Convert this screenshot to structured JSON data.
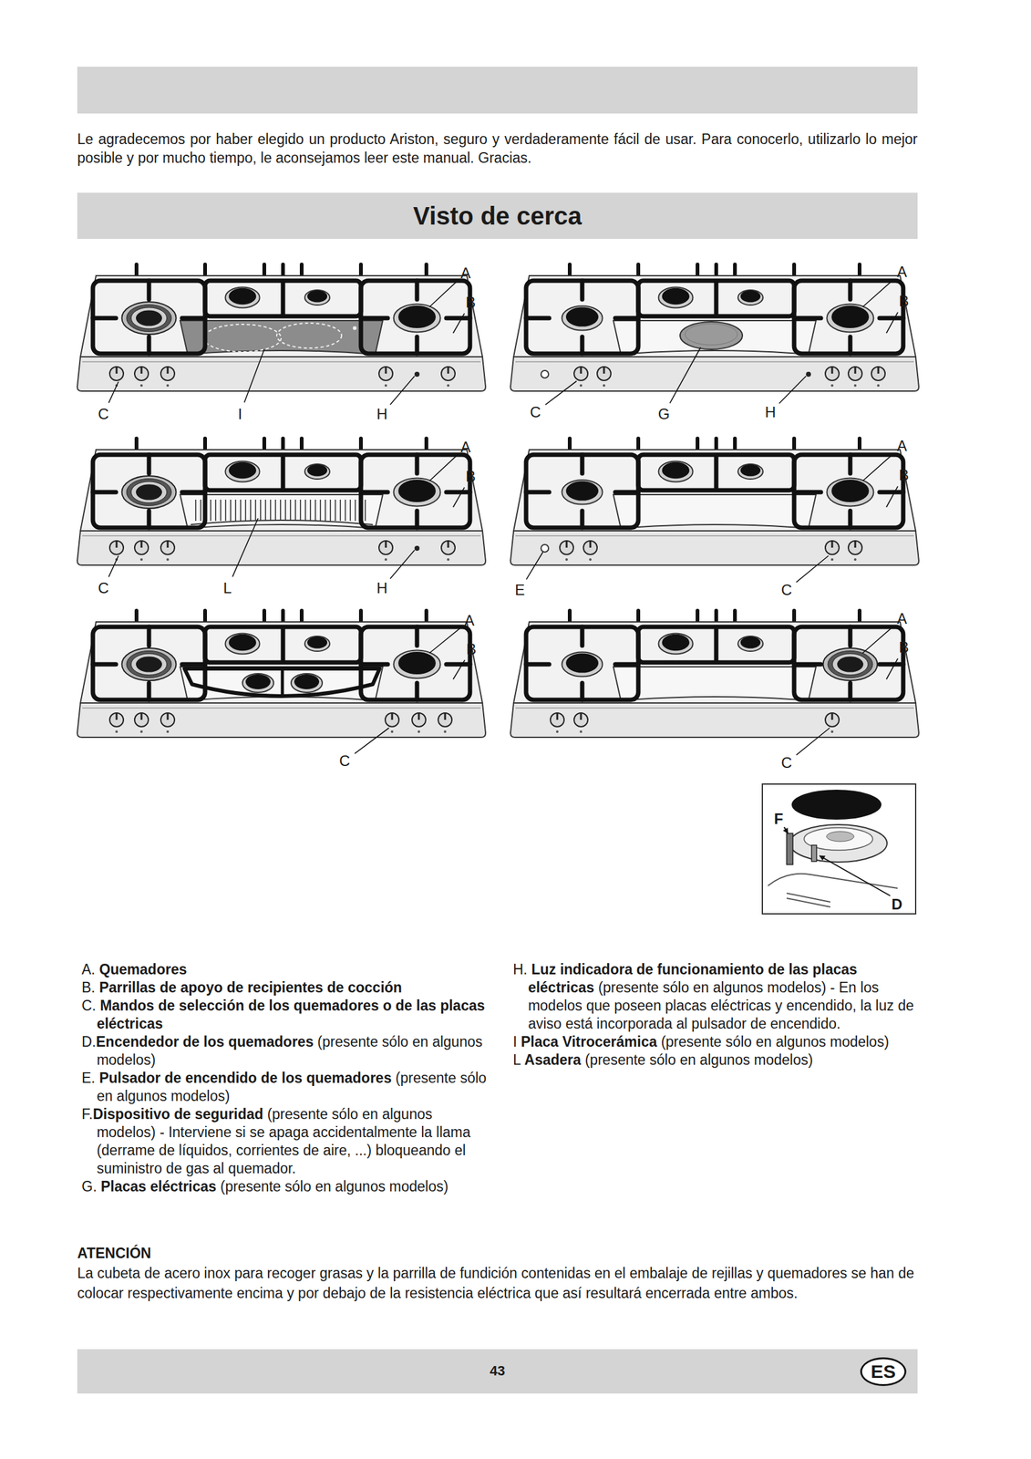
{
  "diagram": {
    "title": "Visto de cerca",
    "nodes": [
      {
        "text": [
          "ES"
        ]
      }
    ],
    "labels": [
      "Le agradecemos por haber elegido un producto Ariston, seguro y verdaderamente fácil de usar. Para conocerlo, utilizarlo lo mejor posible y por mucho tiempo, le aconsejamos leer este manual. Gracias.",
      "A",
      "B",
      "C",
      "I",
      "H",
      "A",
      "B",
      "C",
      "G",
      "H",
      "A",
      "B",
      "C",
      "L",
      "H",
      "A",
      "B",
      "E",
      "C",
      "A",
      "B",
      "C",
      "A",
      "B",
      "C",
      "F",
      "D",
      "A. Quemadores",
      "B. Parrillas de apoyo de recipientes de cocción",
      "C. Mandos de selección de los quemadores o de las placas eléctricas",
      "D.Encendedor de los quemadores (presente sólo en algunos modelos)",
      "E. Pulsador de encendido de los quemadores (presente sólo en algunos modelos)",
      "F.Dispositivo de seguridad (presente sólo en algunos modelos) - Interviene si se apaga accidentalmente la llama (derrame de líquidos, corrientes de aire, ...) bloqueando el suministro de gas al quemador.",
      "G. Placas eléctricas (presente sólo en algunos modelos)",
      "H. Luz indicadora de funcionamiento de las placas eléctricas (presente sólo en algunos modelos) - En los modelos que poseen placas eléctricas y encendido, la luz de aviso está incorporada al pulsador de encendido.",
      "I Placa Vitrocerámica (presente sólo en algunos modelos)",
      "L Asadera (presente sólo en algunos modelos)",
      "ATENCIÓN",
      "La cubeta de acero inox para recoger grasas y la parrilla de fundición contenidas en el embalaje de rejillas y quemadores se han de colocar respectivamente encima y por debajo de la resistencia eléctrica que así resultará encerrada entre ambos.",
      "43"
    ]
  }
}
